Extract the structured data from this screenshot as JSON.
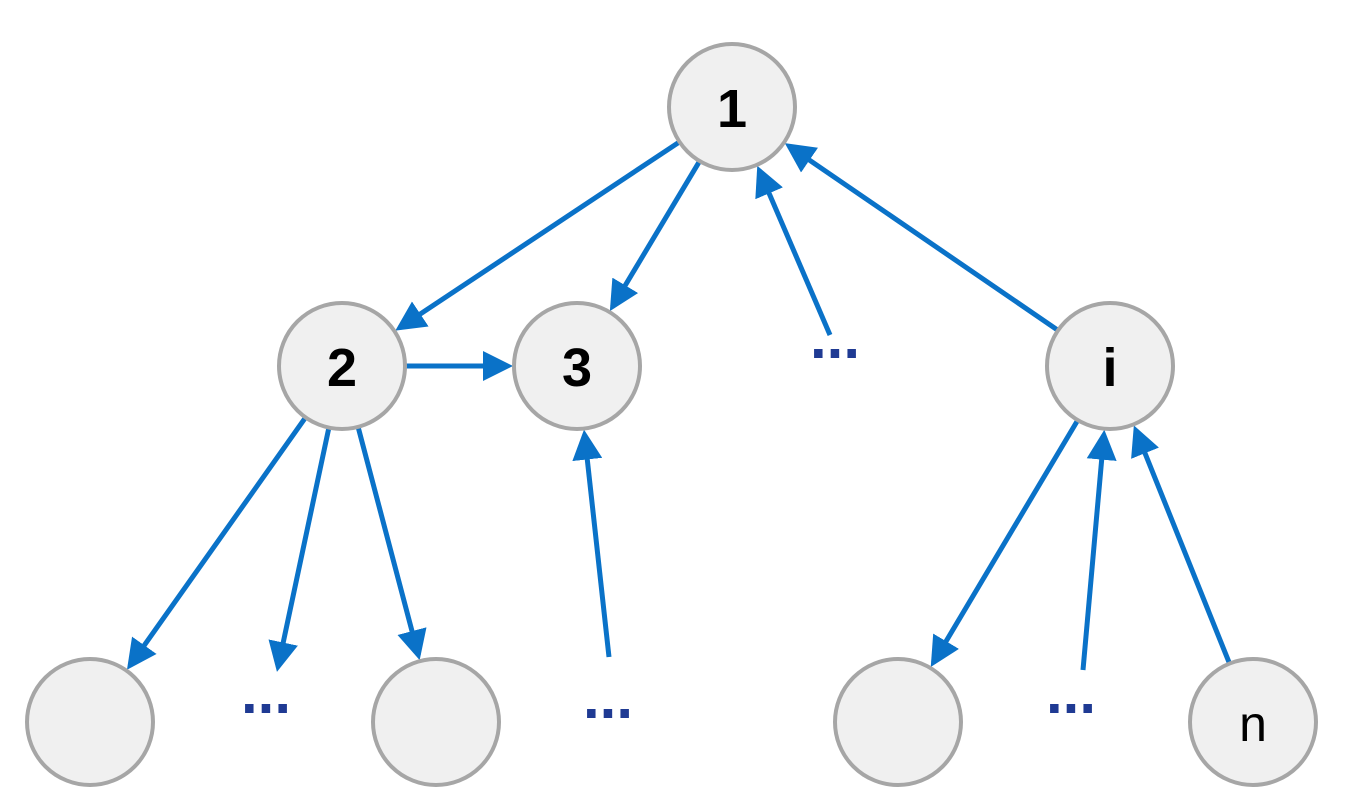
{
  "colors": {
    "edge": "#0a72c8",
    "ellipsis": "#1f3a93",
    "node_fill": "#f0f0f0",
    "node_stroke": "#a6a6a6",
    "label": "#000000"
  },
  "nodes": [
    {
      "id": "n1",
      "label": "1",
      "style": "bold"
    },
    {
      "id": "n2",
      "label": "2",
      "style": "bold"
    },
    {
      "id": "n3",
      "label": "3",
      "style": "bold"
    },
    {
      "id": "ni",
      "label": "i",
      "style": "bold"
    },
    {
      "id": "leaf-a",
      "label": "",
      "style": "plain"
    },
    {
      "id": "leaf-b",
      "label": "",
      "style": "plain"
    },
    {
      "id": "leaf-c",
      "label": "",
      "style": "plain"
    },
    {
      "id": "nn",
      "label": "n",
      "style": "plain"
    }
  ],
  "ellipses": [
    {
      "id": "dots-mid",
      "text": "..."
    },
    {
      "id": "dots-bottom-1",
      "text": "..."
    },
    {
      "id": "dots-bottom-2",
      "text": "..."
    },
    {
      "id": "dots-bottom-3",
      "text": "..."
    }
  ],
  "edges": [
    {
      "from": "n1",
      "to": "n2"
    },
    {
      "from": "n1",
      "to": "n3"
    },
    {
      "from": "dots-mid",
      "to": "n1"
    },
    {
      "from": "ni",
      "to": "n1"
    },
    {
      "from": "n2",
      "to": "n3"
    },
    {
      "from": "n2",
      "to": "leaf-a"
    },
    {
      "from": "n2",
      "to": "dots-bottom-1"
    },
    {
      "from": "n2",
      "to": "leaf-b"
    },
    {
      "from": "dots-bottom-2",
      "to": "n3"
    },
    {
      "from": "ni",
      "to": "leaf-c"
    },
    {
      "from": "dots-bottom-3",
      "to": "ni"
    },
    {
      "from": "nn",
      "to": "ni"
    }
  ]
}
